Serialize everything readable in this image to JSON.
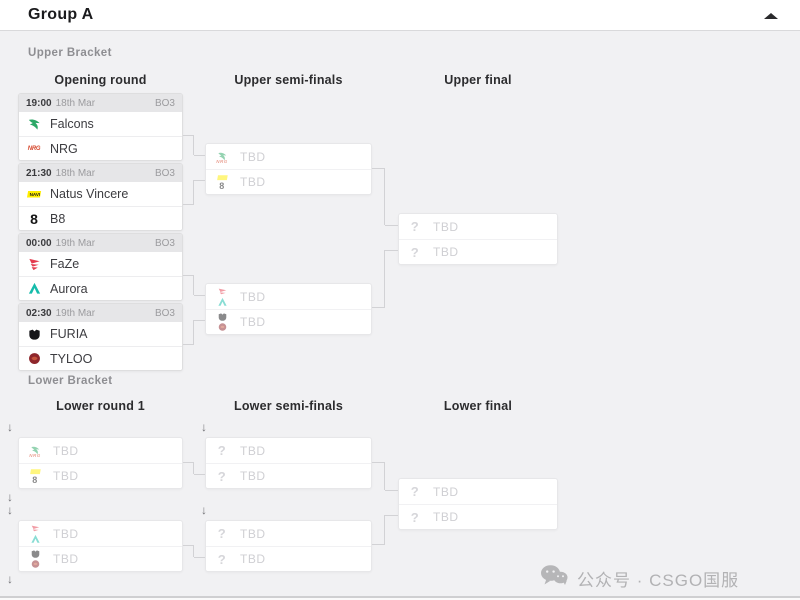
{
  "header": {
    "title": "Group A"
  },
  "placeholders": {
    "tbd": "TBD",
    "unknown": "?"
  },
  "icons": {
    "drop_arrow": "↓",
    "nrg_wordmark": "NRG",
    "navi_wordmark": "NAVI",
    "b8_glyph": "8"
  },
  "upper_bracket": {
    "label": "Upper Bracket",
    "columns": [
      "Opening round",
      "Upper semi-finals",
      "Upper final"
    ],
    "matches": [
      {
        "time": "19:00",
        "date": "18th Mar",
        "format": "BO3",
        "team1": {
          "name": "Falcons"
        },
        "team2": {
          "name": "NRG"
        }
      },
      {
        "time": "21:30",
        "date": "18th Mar",
        "format": "BO3",
        "team1": {
          "name": "Natus Vincere"
        },
        "team2": {
          "name": "B8"
        }
      },
      {
        "time": "00:00",
        "date": "19th Mar",
        "format": "BO3",
        "team1": {
          "name": "FaZe"
        },
        "team2": {
          "name": "Aurora"
        }
      },
      {
        "time": "02:30",
        "date": "19th Mar",
        "format": "BO3",
        "team1": {
          "name": "FURIA"
        },
        "team2": {
          "name": "TYLOO"
        }
      }
    ]
  },
  "lower_bracket": {
    "label": "Lower Bracket",
    "columns": [
      "Lower round 1",
      "Lower semi-finals",
      "Lower final"
    ]
  },
  "watermark": {
    "text": "公众号 · CSGO国服"
  },
  "colors": {
    "background": "#f1f1f3",
    "card_header": "#e6e6e8",
    "connector": "#d2d2d5",
    "tbd_text": "#cfcfd3",
    "falcons_green": "#2ba866",
    "nrg_red": "#d6492f",
    "navi_yellow": "#ffee00",
    "b8_black": "#141414",
    "faze_red": "#e43b4e",
    "aurora_teal": "#16bcab",
    "furia_black": "#17171a",
    "tyloo_red": "#8e262b"
  }
}
